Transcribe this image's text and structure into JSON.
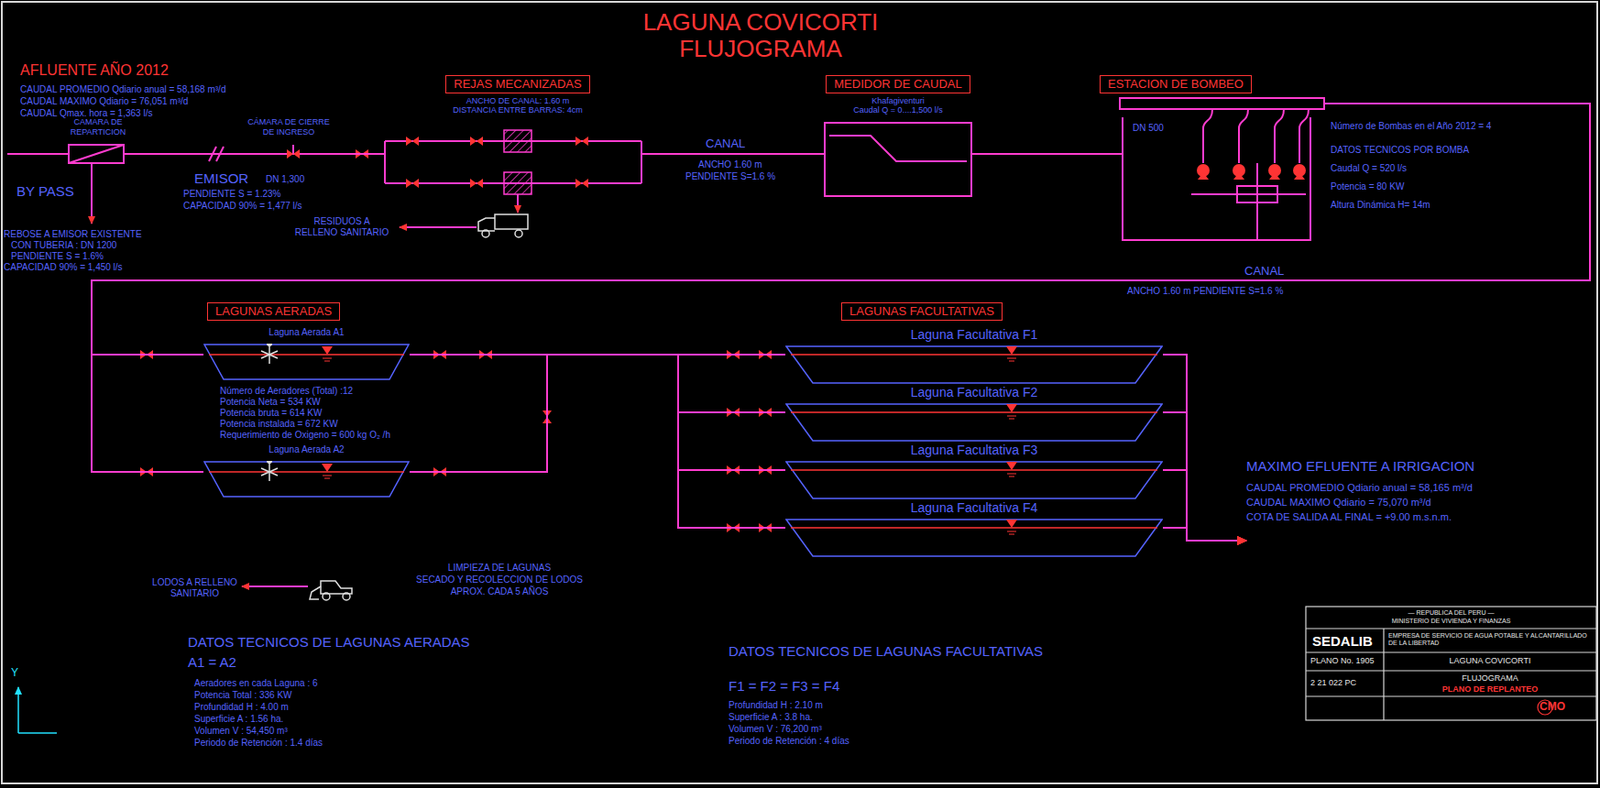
{
  "diagram": {
    "title": "LAGUNA COVICORTI FLUJOGRAMA",
    "nodes": [
      {
        "text": [
          "CAMARA DE REPARTICION"
        ]
      },
      {
        "text": [
          "CÁMARA DE CIERRE DE INGRESO"
        ]
      },
      {
        "text": [
          "REJAS MECANIZADAS",
          "ANCHO DE CANAL: 1.60 m",
          "DISTANCIA ENTRE BARRAS: 4cm"
        ]
      },
      {
        "text": [
          "MEDIDOR DE CAUDAL",
          "Khafagiventuri",
          "Caudal Q = 0....1,500 l/s"
        ]
      },
      {
        "text": [
          "ESTACION DE BOMBEO"
        ]
      },
      {
        "text": [
          "LAGUNAS AERADAS"
        ]
      },
      {
        "text": [
          "Laguna Aerada A1"
        ]
      },
      {
        "text": [
          "Laguna Aerada A2"
        ]
      },
      {
        "text": [
          "LAGUNAS FACULTATIVAS"
        ]
      },
      {
        "text": [
          "Laguna Facultativa F1"
        ]
      },
      {
        "text": [
          "Laguna Facultativa F2"
        ]
      },
      {
        "text": [
          "Laguna Facultativa F3"
        ]
      },
      {
        "text": [
          "Laguna Facultativa F4"
        ]
      },
      {
        "text": [
          "MAXIMO EFLUENTE A IRRIGACION",
          "CAUDAL PROMEDIO Qdiario anual = 58,165 m³/d",
          "CAUDAL MAXIMO Qdiario = 75,070 m³/d",
          "COTA DE SALIDA AL FINAL = +9.00 m.s.n.m."
        ]
      }
    ],
    "edges": [
      {
        "from": 0,
        "to": 1,
        "arrow": "none"
      },
      {
        "from": 1,
        "to": 2,
        "arrow": "none"
      },
      {
        "from": 2,
        "to": 3,
        "arrow": "none"
      },
      {
        "from": 3,
        "to": 4,
        "arrow": "none"
      },
      {
        "from": 4,
        "to": 6,
        "arrow": "none"
      },
      {
        "from": 4,
        "to": 7,
        "arrow": "none"
      },
      {
        "from": 6,
        "to": 9,
        "arrow": "none"
      },
      {
        "from": 6,
        "to": 10,
        "arrow": "none"
      },
      {
        "from": 6,
        "to": 11,
        "arrow": "none"
      },
      {
        "from": 6,
        "to": 12,
        "arrow": "none"
      },
      {
        "from": 7,
        "to": 9,
        "arrow": "none"
      },
      {
        "from": 7,
        "to": 10,
        "arrow": "none"
      },
      {
        "from": 7,
        "to": 11,
        "arrow": "none"
      },
      {
        "from": 7,
        "to": 12,
        "arrow": "none"
      },
      {
        "from": 9,
        "to": 13,
        "arrow": "to"
      },
      {
        "from": 10,
        "to": 13,
        "arrow": "to"
      },
      {
        "from": 11,
        "to": 13,
        "arrow": "to"
      },
      {
        "from": 12,
        "to": 13,
        "arrow": "to"
      }
    ],
    "labels": [
      "AFLUENTE AÑO 2012",
      "CAUDAL PROMEDIO Qdiario anual = 58,168 m³/d",
      "CAUDAL MAXIMO Qdiario = 76,051 m³/d",
      "CAUDAL Qmax. hora = 1,363 l/s",
      "BY PASS",
      "EMISOR",
      "DN 1,300",
      "PENDIENTE S = 1.23%",
      "CAPACIDAD 90% = 1,477 l/s",
      "REBOSE A EMISOR EXISTENTE",
      "CON TUBERIA : DN 1200",
      "PENDIENTE S = 1.6%",
      "CAPACIDAD 90% = 1,450 l/s",
      "RESIDUOS A RELLENO SANITARIO",
      "CANAL",
      "ANCHO 1.60 m",
      "PENDIENTE S=1.6 %",
      "DN 500",
      "Número de Bombas en el Año 2012 = 4",
      "DATOS TECNICOS POR BOMBA",
      "Caudal Q = 520 l/s",
      "Potencia = 80 KW",
      "Altura Dinámica H= 14m",
      "CANAL",
      "ANCHO 1.60 m PENDIENTE S=1.6 %",
      "Número de Aeradores (Total) :12",
      "Potencia Neta = 534 KW",
      "Potencia bruta = 614 KW",
      "Potencia instalada = 672 KW",
      "Requerimiento de Oxigeno = 600 kg O₂ /h",
      "LODOS A RELLENO SANITARIO",
      "LIMPIEZA DE LAGUNAS",
      "SECADO Y RECOLECCION DE LODOS",
      "APROX. CADA 5 AÑOS",
      "DATOS TECNICOS DE LAGUNAS AERADAS",
      "A1 = A2",
      "Aeradores en cada Laguna : 6",
      "Potencia Total : 336 KW",
      "Profundidad H : 4.00 m",
      "Superficie A : 1.56 ha.",
      "Volumen V : 54,450 m³",
      "Periodo de Retención : 1.4 días",
      "DATOS TECNICOS DE LAGUNAS FACULTATIVAS",
      "F1 = F2 = F3 = F4",
      "Profundidad H : 2.10 m",
      "Superficie A : 3.8 ha.",
      "Volumen V : 76,200 m³",
      "Periodo de Retención : 4 días",
      "Y",
      "— REPUBLICA DEL PERU —",
      "MINISTERIO DE VIVIENDA Y FINANZAS",
      "SEDALIB",
      "EMPRESA DE SERVICIO DE AGUA POTABLE Y ALCANTARILLADO DE LA LIBERTAD",
      "PLANO No. 1905",
      "2 21 022 PC",
      "LAGUNA COVICORTI",
      "FLUJOGRAMA",
      "PLANO DE REPLANTEO",
      "CMO"
    ]
  }
}
